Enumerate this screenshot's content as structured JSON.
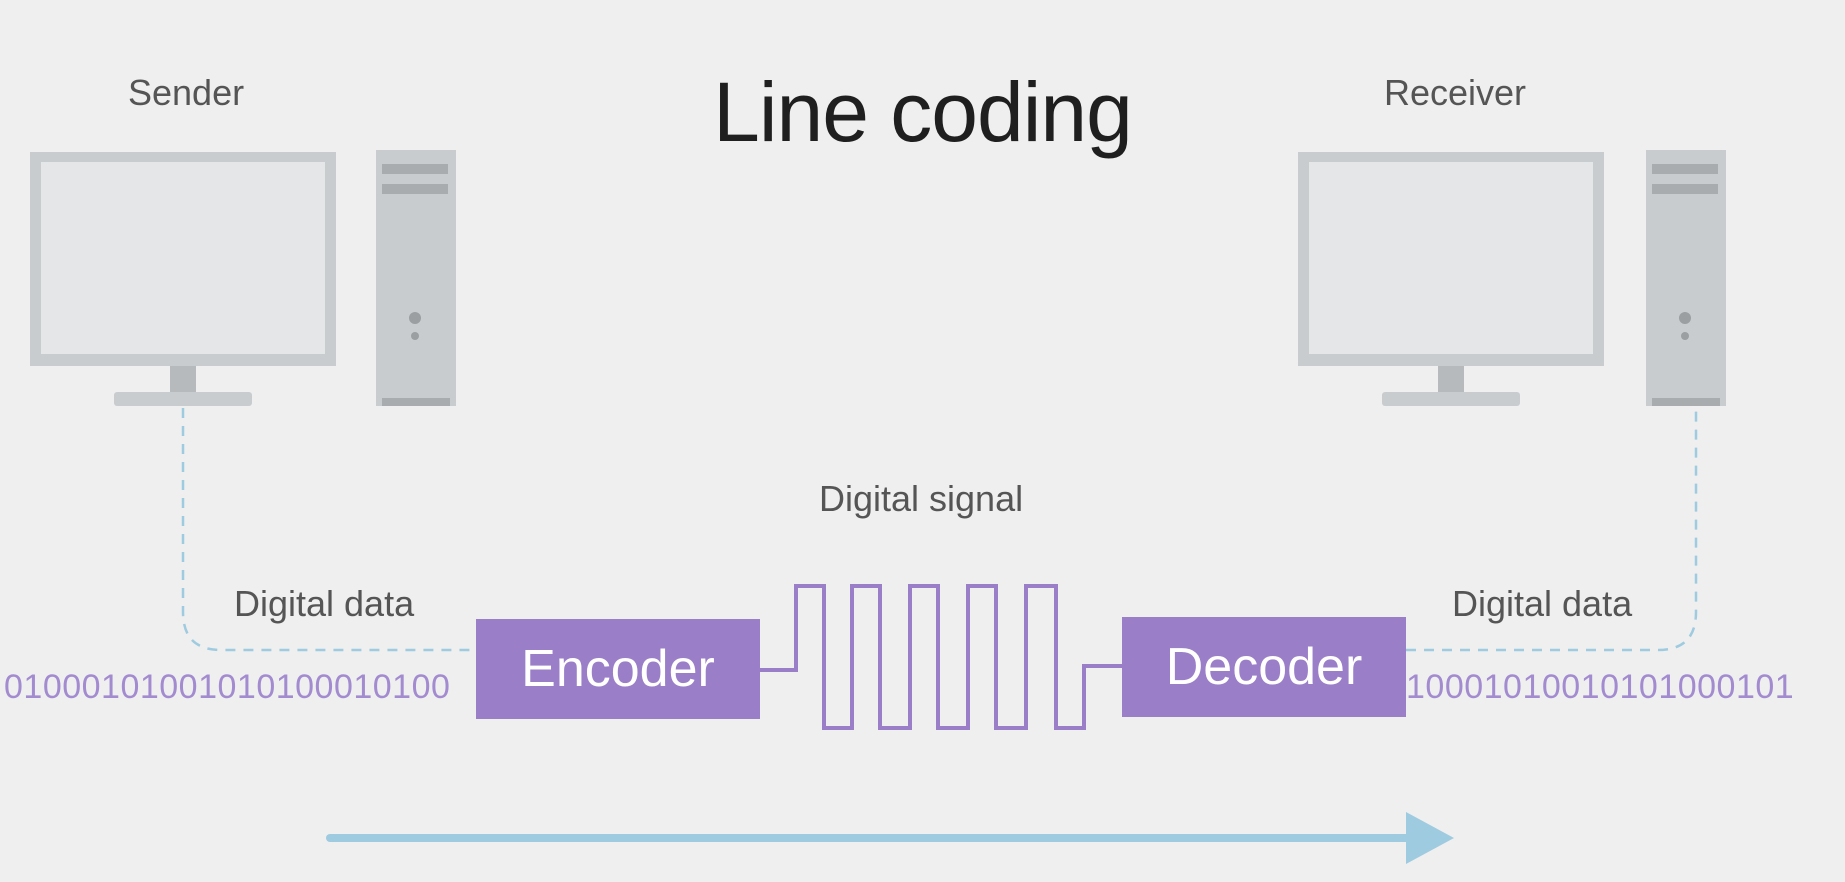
{
  "title": "Line coding",
  "sender": {
    "label": "Sender"
  },
  "receiver": {
    "label": "Receiver"
  },
  "signal_label": "Digital signal",
  "left_data_label": "Digital data",
  "right_data_label": "Digital data",
  "left_bits": "01000101001010100010100",
  "right_bits": "10001010010101000101",
  "encoder_label": "Encoder",
  "decoder_label": "Decoder",
  "colors": {
    "accent_purple": "#9a7ec8",
    "bits_purple": "#a38bd0",
    "arrow_blue": "#9ecbe0",
    "computer_gray": "#c9ccce"
  },
  "icons": [
    "monitor-icon",
    "tower-icon",
    "direction-arrow-icon"
  ]
}
